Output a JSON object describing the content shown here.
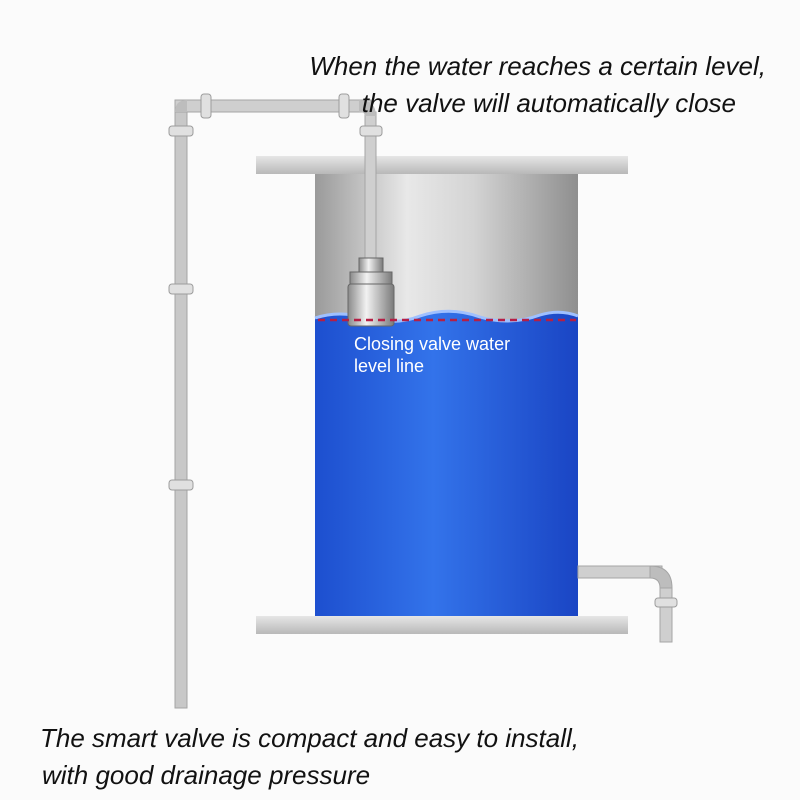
{
  "captions": {
    "top": [
      "When the water reaches a certain level,",
      "the valve will automatically close"
    ],
    "water_line": [
      "Closing valve water",
      "level line"
    ],
    "bottom": [
      "The smart valve is compact and easy to install,",
      "with good drainage pressure"
    ]
  },
  "colors": {
    "water": "#2b63de",
    "tank_metal": "#c9c9c9",
    "pipe": "#c8c8c8",
    "level_line": "#b51f45"
  },
  "icons": [
    "float-valve-icon",
    "pipe-icon",
    "tank-icon"
  ]
}
